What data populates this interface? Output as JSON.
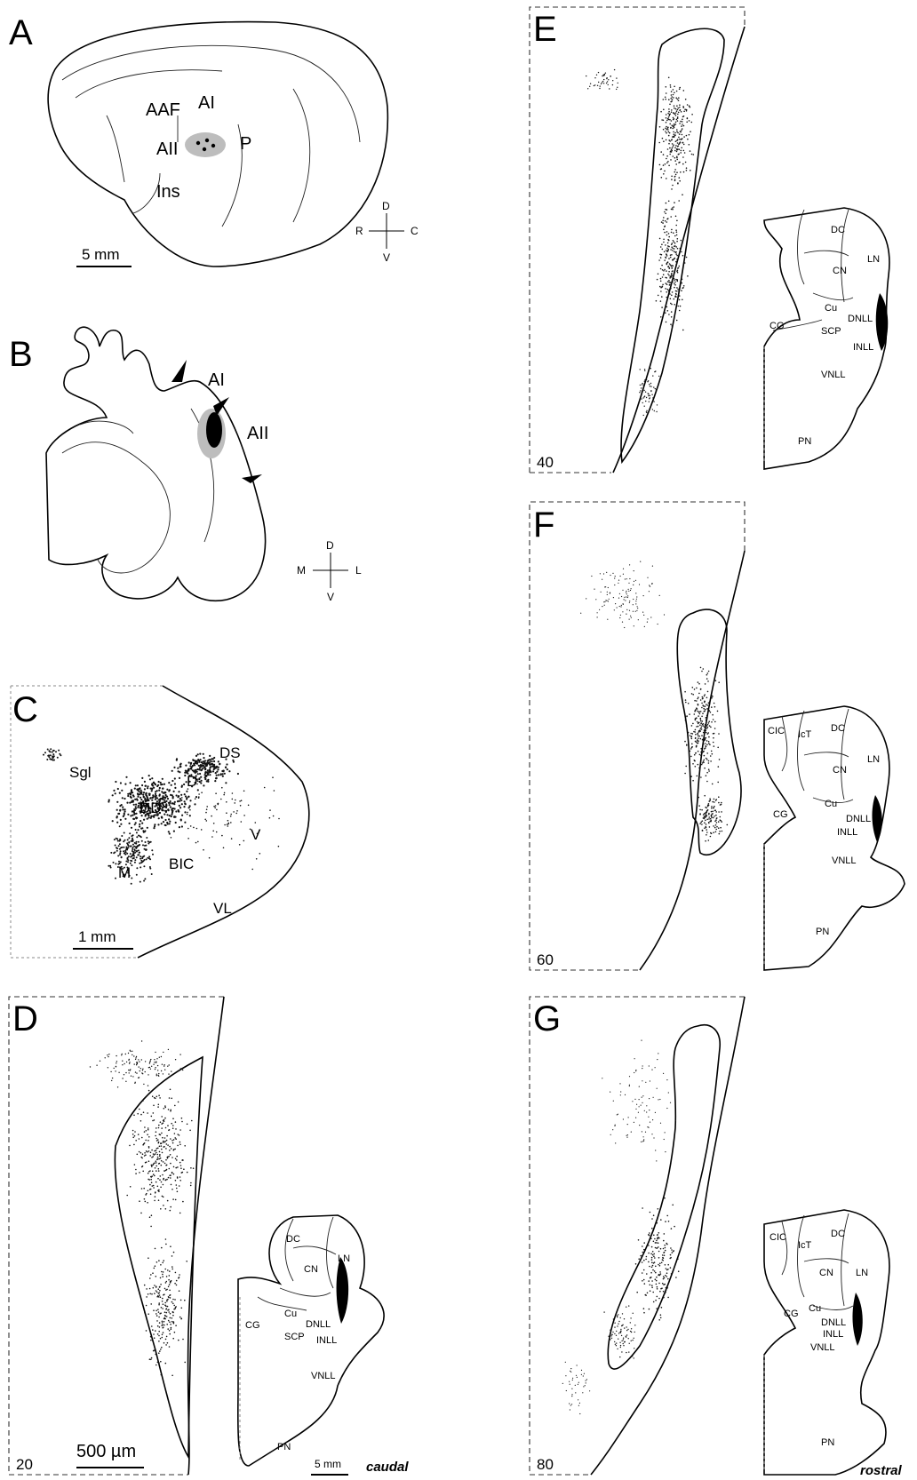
{
  "panels": {
    "A": {
      "letter": "A",
      "regions": {
        "aaf": "AAF",
        "ai": "AI",
        "aii": "AII",
        "p": "P",
        "ins": "Ins"
      },
      "scale_label": "5 mm",
      "compass": {
        "d": "D",
        "v": "V",
        "r": "R",
        "c": "C"
      }
    },
    "B": {
      "letter": "B",
      "regions": {
        "ai": "AI",
        "aii": "AII"
      },
      "compass": {
        "d": "D",
        "v": "V",
        "m": "M",
        "l": "L"
      }
    },
    "C": {
      "letter": "C",
      "regions": {
        "sgl": "Sgl",
        "ds": "DS",
        "d": "D",
        "dd": "DD",
        "v": "V",
        "m": "M",
        "bic": "BIC",
        "vl": "VL"
      },
      "scale_label": "1 mm"
    },
    "D": {
      "letter": "D",
      "section": "20",
      "scale_label": "500 µm",
      "inset_scale_label": "5 mm",
      "direction": "caudal",
      "inset": {
        "dc": "DC",
        "cn": "CN",
        "ln": "LN",
        "cg": "CG",
        "cu": "Cu",
        "dnll": "DNLL",
        "scp": "SCP",
        "inll": "INLL",
        "vnll": "VNLL",
        "pn": "PN"
      }
    },
    "E": {
      "letter": "E",
      "section": "40",
      "inset": {
        "dc": "DC",
        "cn": "CN",
        "ln": "LN",
        "cg": "CG",
        "cu": "Cu",
        "dnll": "DNLL",
        "scp": "SCP",
        "inll": "INLL",
        "vnll": "VNLL",
        "pn": "PN"
      }
    },
    "F": {
      "letter": "F",
      "section": "60",
      "inset": {
        "cic": "CIC",
        "ict": "IcT",
        "dc": "DC",
        "cn": "CN",
        "ln": "LN",
        "cg": "CG",
        "cu": "Cu",
        "dnll": "DNLL",
        "inll": "INLL",
        "vnll": "VNLL",
        "pn": "PN"
      }
    },
    "G": {
      "letter": "G",
      "section": "80",
      "direction": "rostral",
      "inset": {
        "cic": "CIC",
        "ict": "IcT",
        "dc": "DC",
        "cn": "CN",
        "ln": "LN",
        "cg": "CG",
        "cu": "Cu",
        "dnll": "DNLL",
        "inll": "INLL",
        "vnll": "VNLL",
        "pn": "PN"
      }
    }
  },
  "colors": {
    "injection_core": "#000000",
    "injection_halo": "#bdbdbd",
    "labeling": "#111111"
  }
}
